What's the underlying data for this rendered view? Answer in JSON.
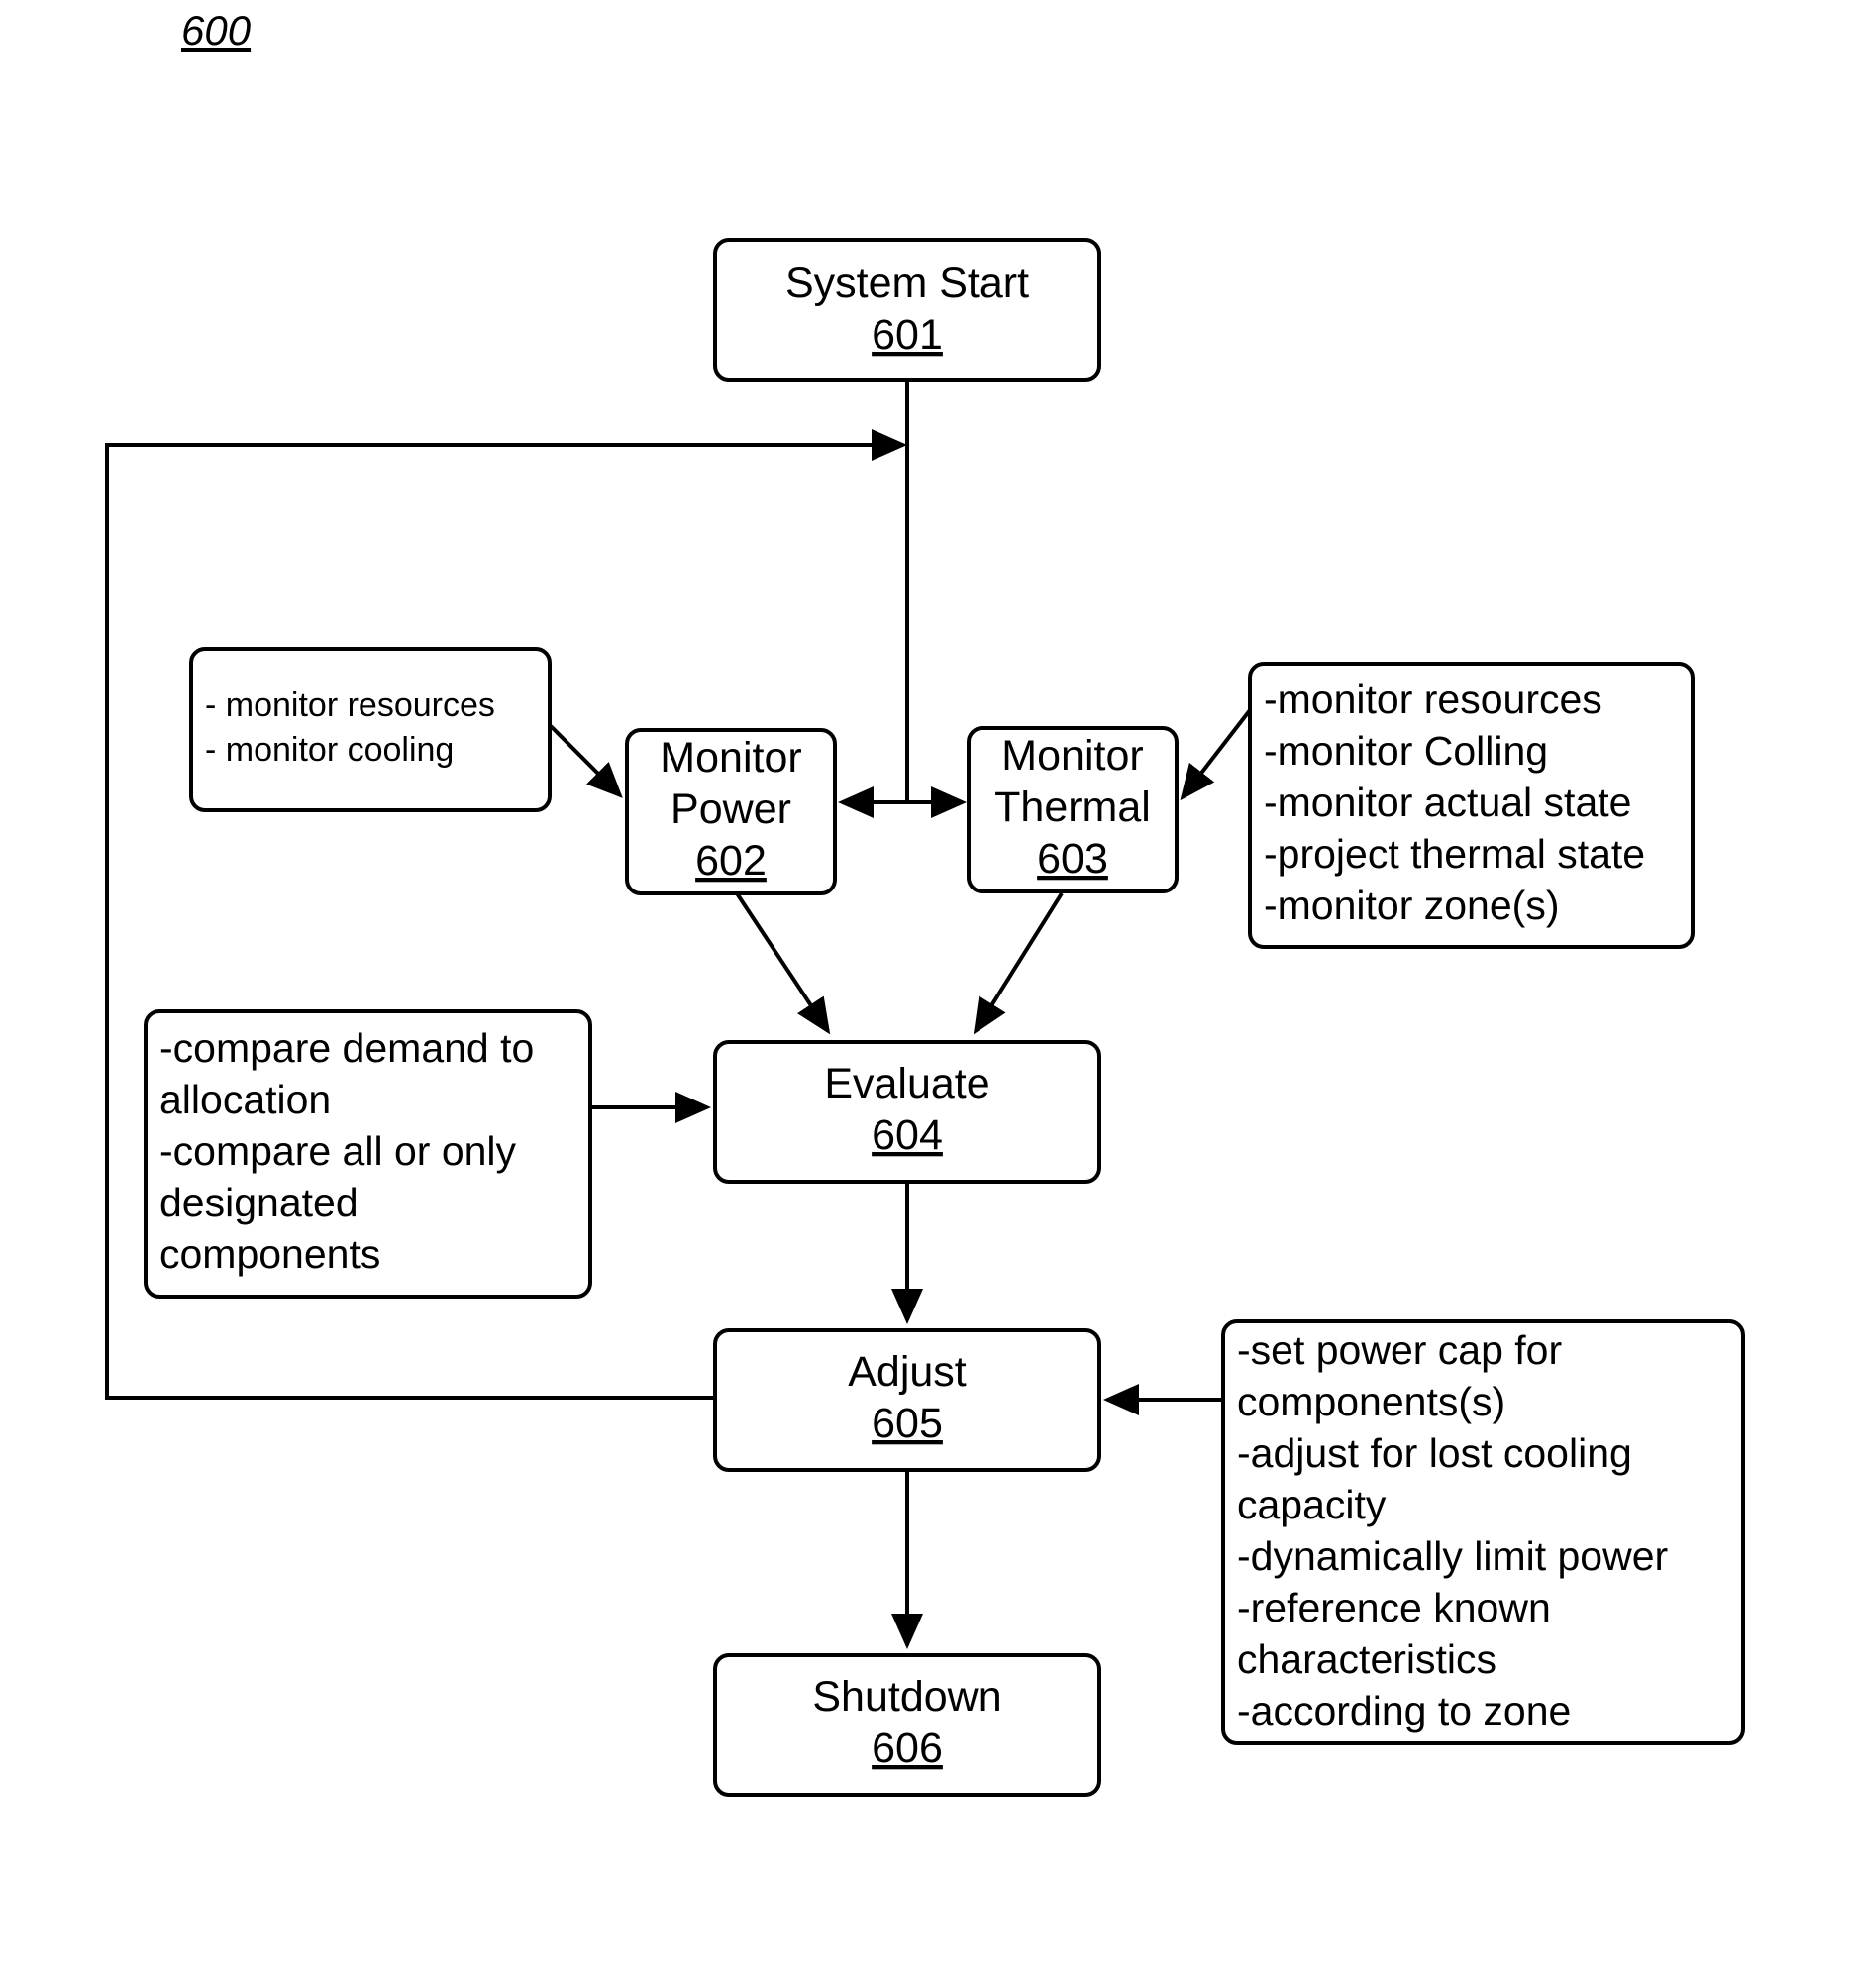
{
  "figure_label": "600",
  "nodes": {
    "start": {
      "title": "System Start",
      "number": "601"
    },
    "monitor_power": {
      "title_line1": "Monitor",
      "title_line2": "Power",
      "number": "602"
    },
    "monitor_thermal": {
      "title_line1": "Monitor",
      "title_line2": "Thermal",
      "number": "603"
    },
    "evaluate": {
      "title": "Evaluate",
      "number": "604"
    },
    "adjust": {
      "title": "Adjust",
      "number": "605"
    },
    "shutdown": {
      "title": "Shutdown",
      "number": "606"
    }
  },
  "notes": {
    "power_notes": [
      "- monitor resources",
      "- monitor cooling"
    ],
    "thermal_notes": [
      "-monitor resources",
      "-monitor Colling",
      "-monitor actual state",
      "-project thermal state",
      "-monitor zone(s)"
    ],
    "evaluate_notes": [
      "-compare demand to",
      "allocation",
      "-compare all or only",
      "designated",
      "components"
    ],
    "adjust_notes": [
      "-set power cap for",
      "components(s)",
      "-adjust for lost cooling",
      "capacity",
      "-dynamically limit power",
      "-reference known",
      "characteristics",
      "-according to zone"
    ]
  }
}
